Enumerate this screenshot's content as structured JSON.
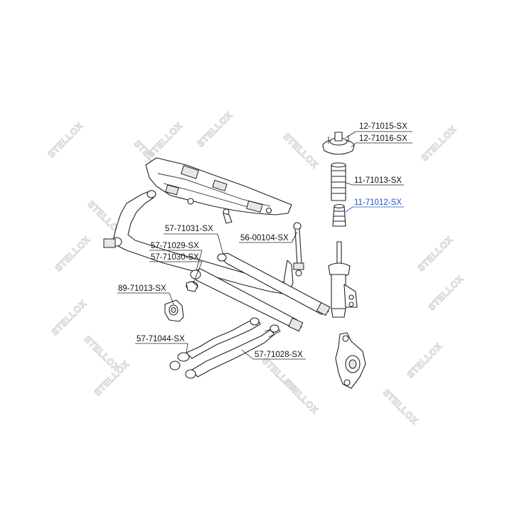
{
  "watermark": {
    "text": "STELLOX"
  },
  "labels": {
    "l1": "12-71015-SX",
    "l2": "12-71016-SX",
    "l3": "11-71013-SX",
    "l4": "11-71012-SX",
    "l5": "57-71031-SX",
    "l6": "56-00104-SX",
    "l7": "57-71029-SX",
    "l8": "57-71030-SX",
    "l9": "89-71013-SX",
    "l10": "57-71044-SX",
    "l11": "57-71028-SX"
  },
  "colors": {
    "highlight": "#1a55c8",
    "line": "#222222",
    "watermark": "#c9c9c9"
  }
}
